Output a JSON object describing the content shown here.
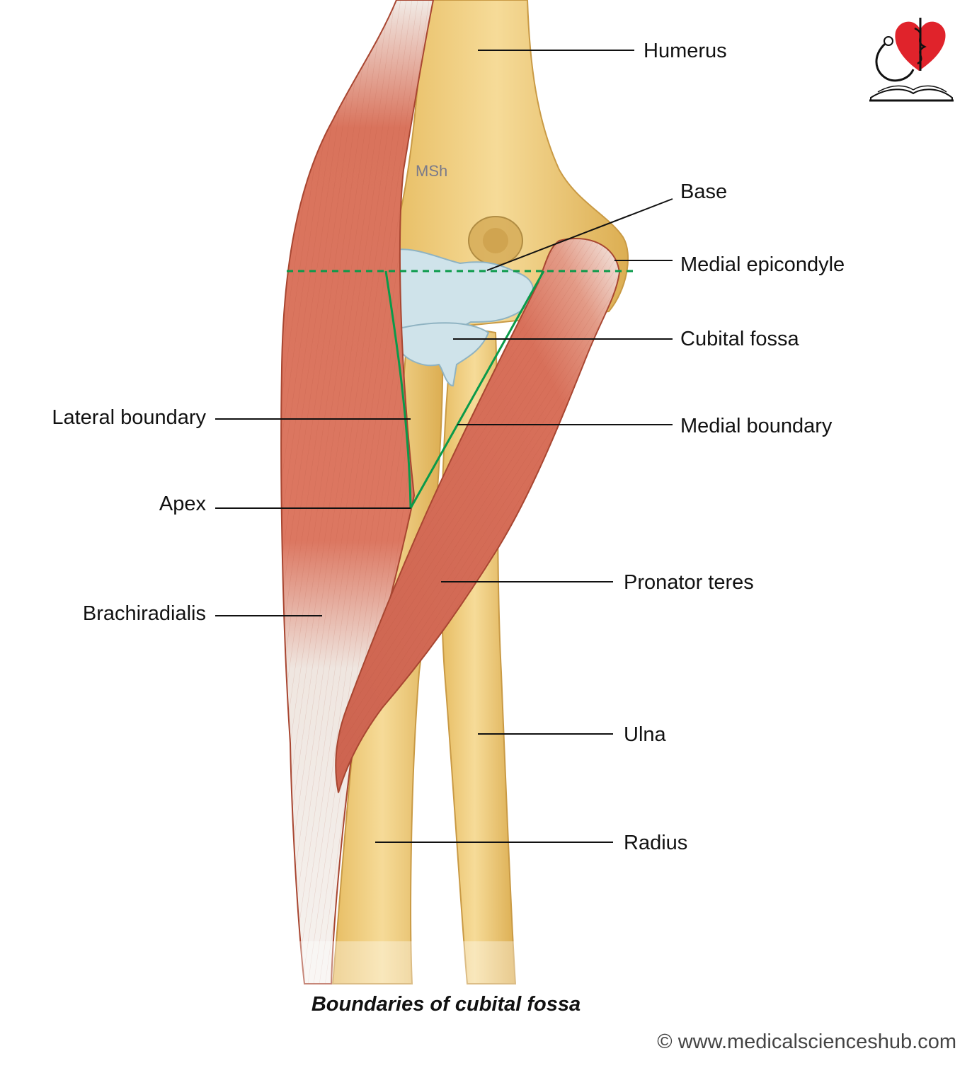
{
  "figure": {
    "caption": "Boundaries of  cubital fossa",
    "copyright": "© www.medicalscienceshub.com",
    "watermark": "MSh",
    "logo_icon": "heart-caduceus-book-logo"
  },
  "colors": {
    "boundary_line": "#0a9a4a",
    "muscle": "#d9715a",
    "muscle_dark": "#b8513c",
    "tendon": "#ece8e4",
    "bone": "#f1cf86",
    "bone_shade": "#d9ae55",
    "cartilage": "#cfe3ea",
    "logo_red": "#e0232b"
  },
  "labels": {
    "humerus": "Humerus",
    "base": "Base",
    "medial_epicondyle": "Medial epicondyle",
    "cubital_fossa": "Cubital fossa",
    "lateral_boundary": "Lateral boundary",
    "medial_boundary": "Medial boundary",
    "apex": "Apex",
    "pronator_teres": "Pronator teres",
    "brachiradialis": "Brachiradialis",
    "ulna": "Ulna",
    "radius": "Radius"
  }
}
